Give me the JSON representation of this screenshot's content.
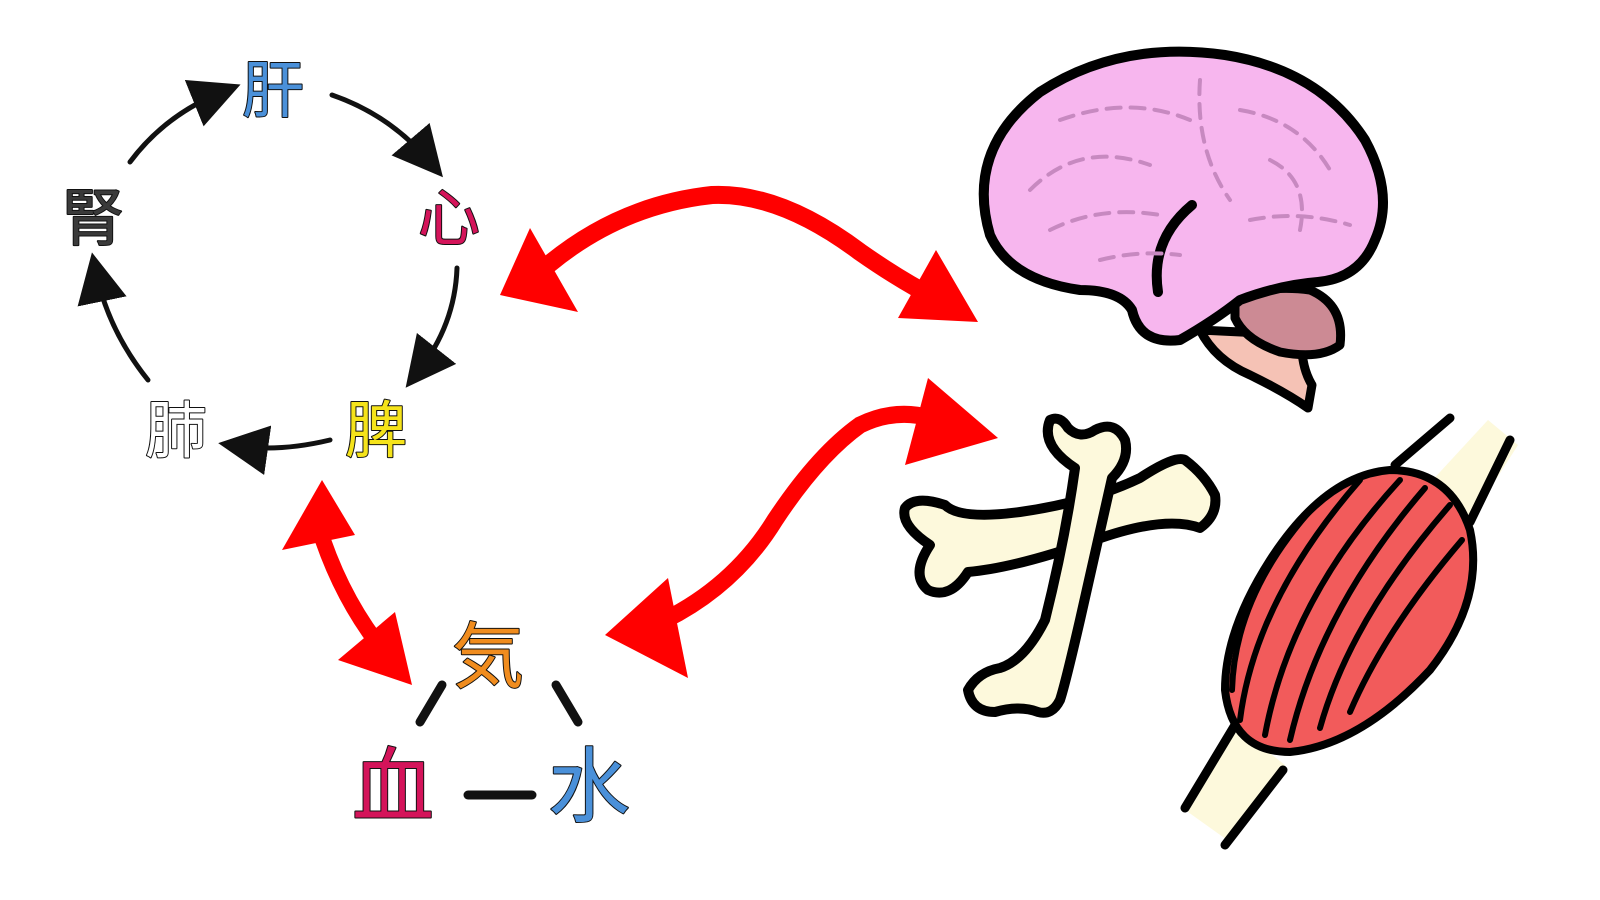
{
  "cycle": {
    "liver": {
      "label": "肝",
      "color": "#4a90d9"
    },
    "heart": {
      "label": "心",
      "color": "#d4145a"
    },
    "spleen": {
      "label": "脾",
      "color": "#f5e31a"
    },
    "lung": {
      "label": "肺",
      "color": "#ffffff"
    },
    "kidney": {
      "label": "腎",
      "color": "#3a3a3a"
    }
  },
  "triad": {
    "qi": {
      "label": "気",
      "color": "#f08c1e"
    },
    "blood": {
      "label": "血",
      "color": "#d4145a"
    },
    "water": {
      "label": "水",
      "color": "#4a90d9"
    }
  },
  "colors": {
    "connector": "#ff0000",
    "cycle_arrow": "#111111",
    "brain": "#f7b6ee",
    "brain_stem": "#f5c2b5",
    "cerebellum": "#cc8a94",
    "bone": "#fdf9dc",
    "muscle": "#f25b5b",
    "tendon": "#fdf9dc"
  },
  "icons": [
    "brain-icon",
    "bone-icon",
    "muscle-icon"
  ]
}
